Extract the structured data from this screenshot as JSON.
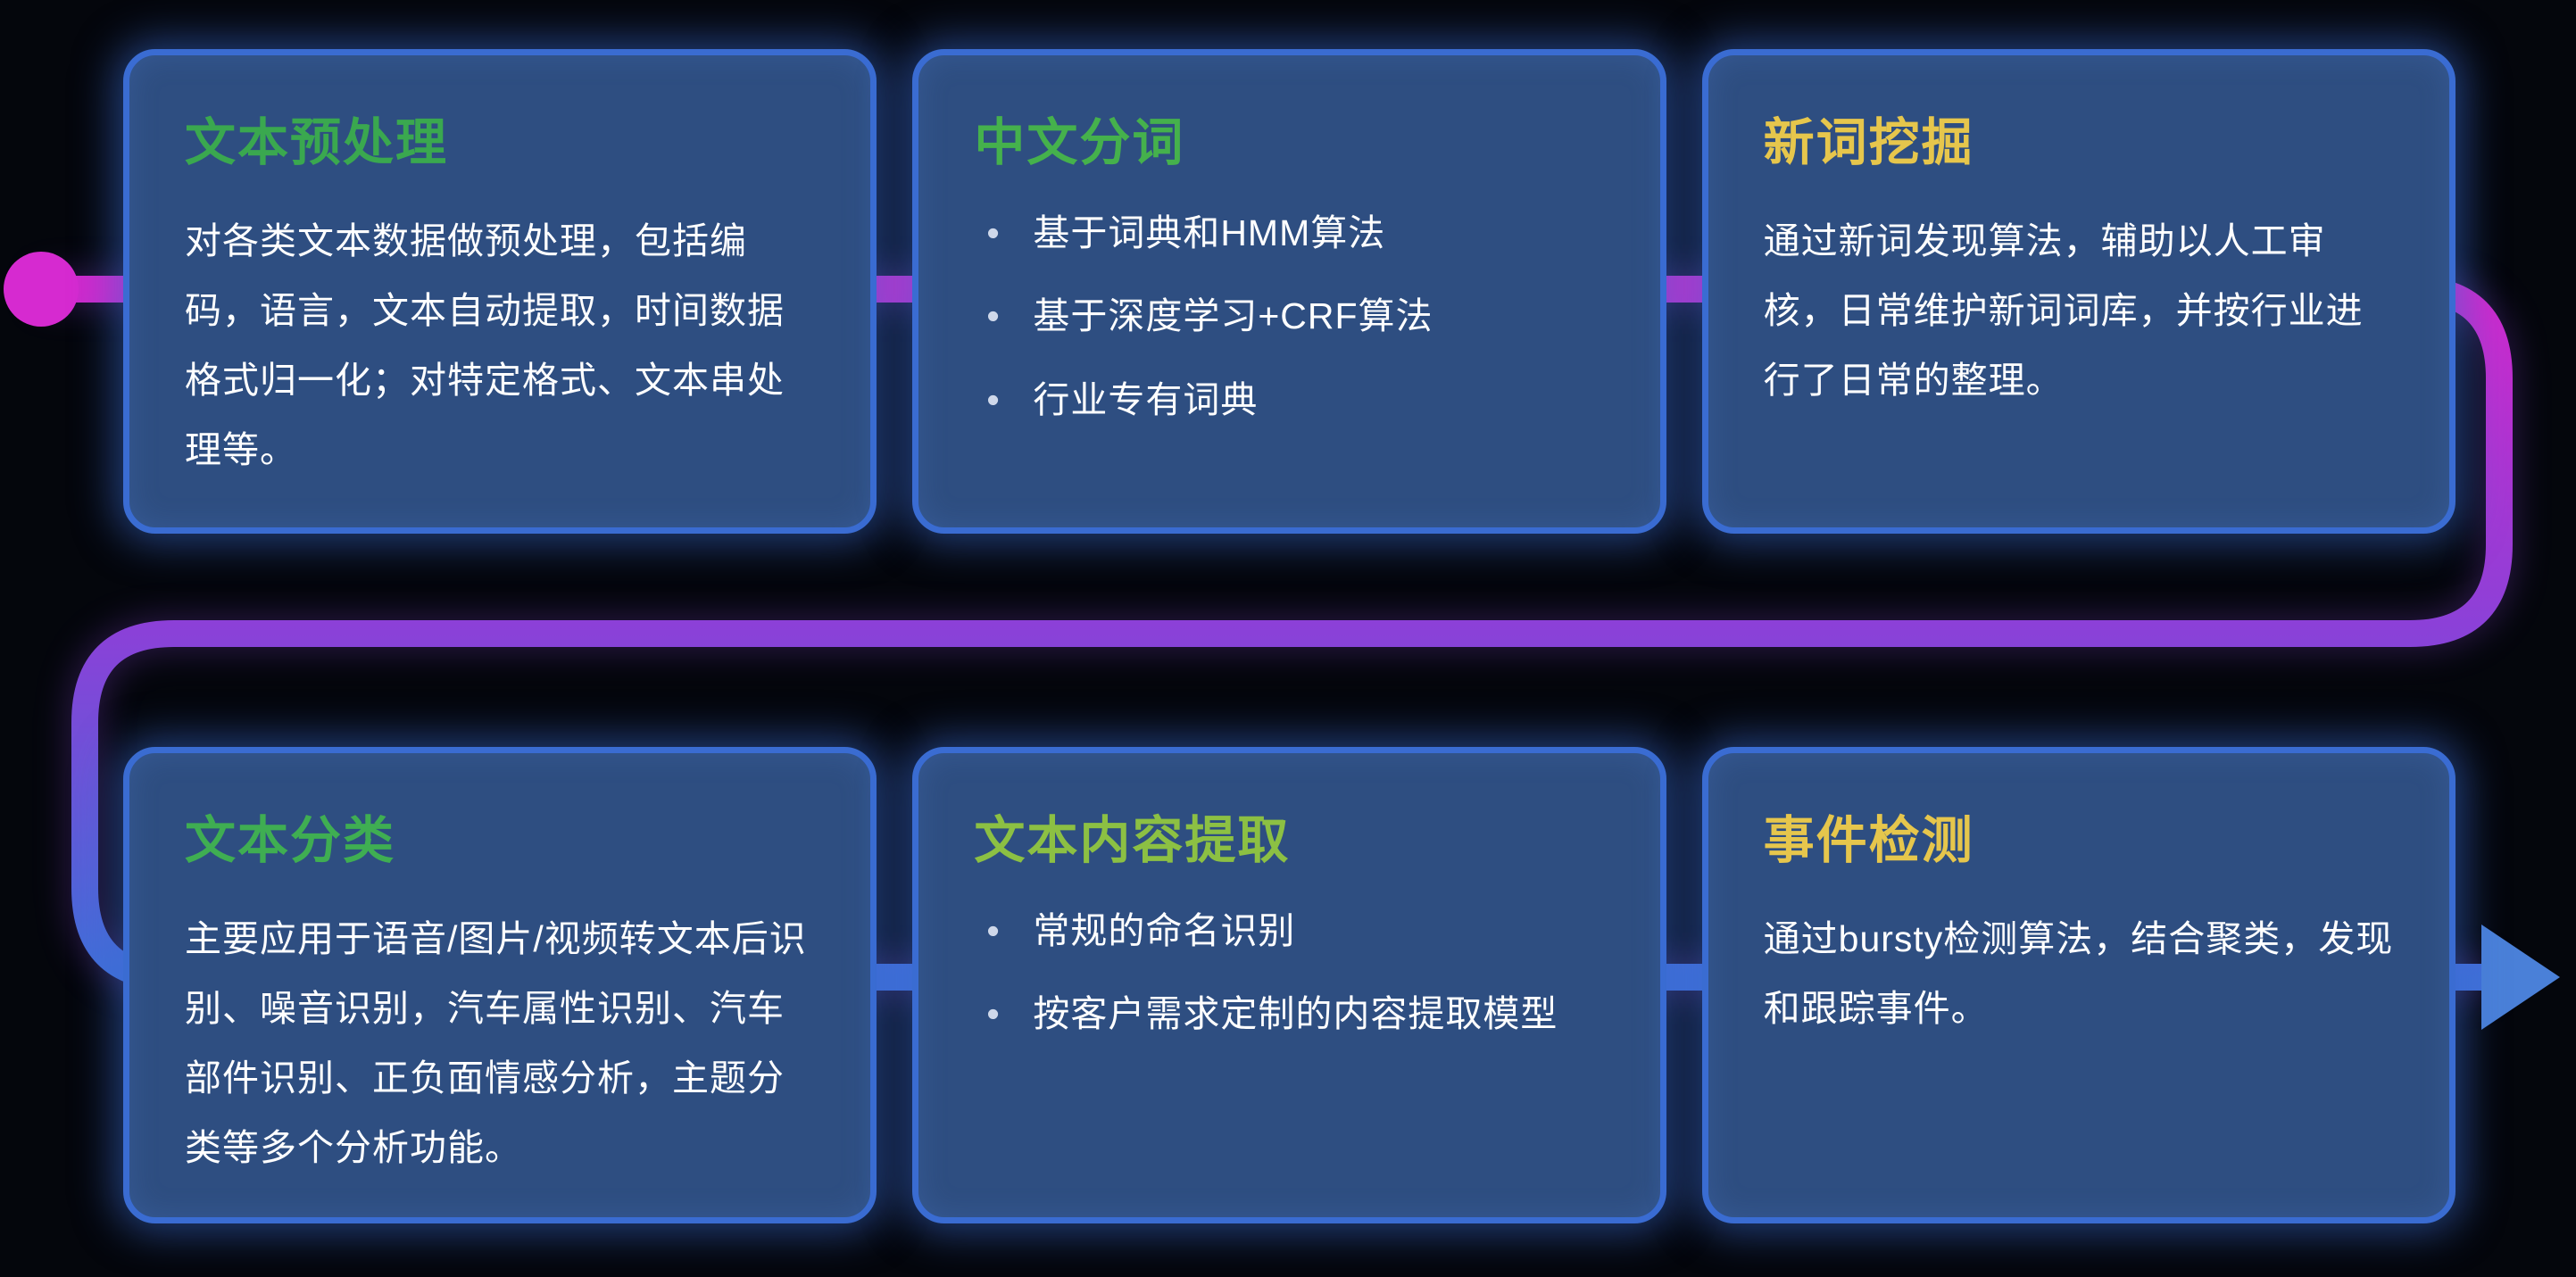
{
  "colors": {
    "background": "#04060c",
    "card_background": "#2e4e81",
    "card_border": "#3a6cd2",
    "body_text": "#ffffff",
    "flow_gradient_start": "#cf29cc",
    "flow_gradient_mid": "#8a41d8",
    "flow_gradient_end": "#3f6fd8",
    "start_dot": "#d62ad0",
    "end_arrow": "#4a80d8"
  },
  "cards": [
    {
      "id": "text-preprocessing",
      "title": "文本预处理",
      "title_color": "#3aa84f",
      "body": "对各类文本数据做预处理，包括编码，语言，文本自动提取，时间数据格式归一化；对特定格式、文本串处理等。"
    },
    {
      "id": "chinese-word-segmentation",
      "title": "中文分词",
      "title_color": "#45b14c",
      "bullets": [
        "基于词典和HMM算法",
        "基于深度学习+CRF算法",
        "行业专有词典"
      ]
    },
    {
      "id": "new-word-mining",
      "title": "新词挖掘",
      "title_color": "#e6c64c",
      "body": "通过新词发现算法，辅助以人工审核，日常维护新词词库，并按行业进行了日常的整理。"
    },
    {
      "id": "text-classification",
      "title": "文本分类",
      "title_color": "#3fae52",
      "body": "主要应用于语音/图片/视频转文本后识别、噪音识别，汽车属性识别、汽车部件识别、正负面情感分析，主题分类等多个分析功能。"
    },
    {
      "id": "text-content-extraction",
      "title": "文本内容提取",
      "title_color": "#8cc043",
      "bullets": [
        "常规的命名识别",
        "按客户需求定制的内容提取模型"
      ]
    },
    {
      "id": "event-detection",
      "title": "事件检测",
      "title_color": "#e6c64c",
      "body": "通过bursty检测算法，结合聚类，发现和跟踪事件。"
    }
  ]
}
